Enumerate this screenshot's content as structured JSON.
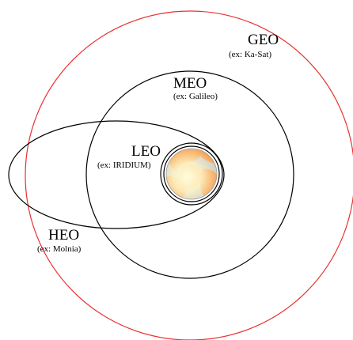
{
  "orbits": {
    "geo": {
      "label": "GEO",
      "example": "(ex: Ka-Sat)",
      "color": "#e8312f"
    },
    "meo": {
      "label": "MEO",
      "example": "(ex: Galileo)",
      "color": "#000000"
    },
    "leo": {
      "label": "LEO",
      "example": "(ex: IRIDIUM)",
      "color": "#000000"
    },
    "heo": {
      "label": "HEO",
      "example": "(ex: Molnia)",
      "color": "#000000"
    }
  },
  "earth": {
    "icon": "earth-globe-icon",
    "ocean_color": "#c8c8c8",
    "land_color": "#f39a4a",
    "glow_color": "#fffde0"
  }
}
